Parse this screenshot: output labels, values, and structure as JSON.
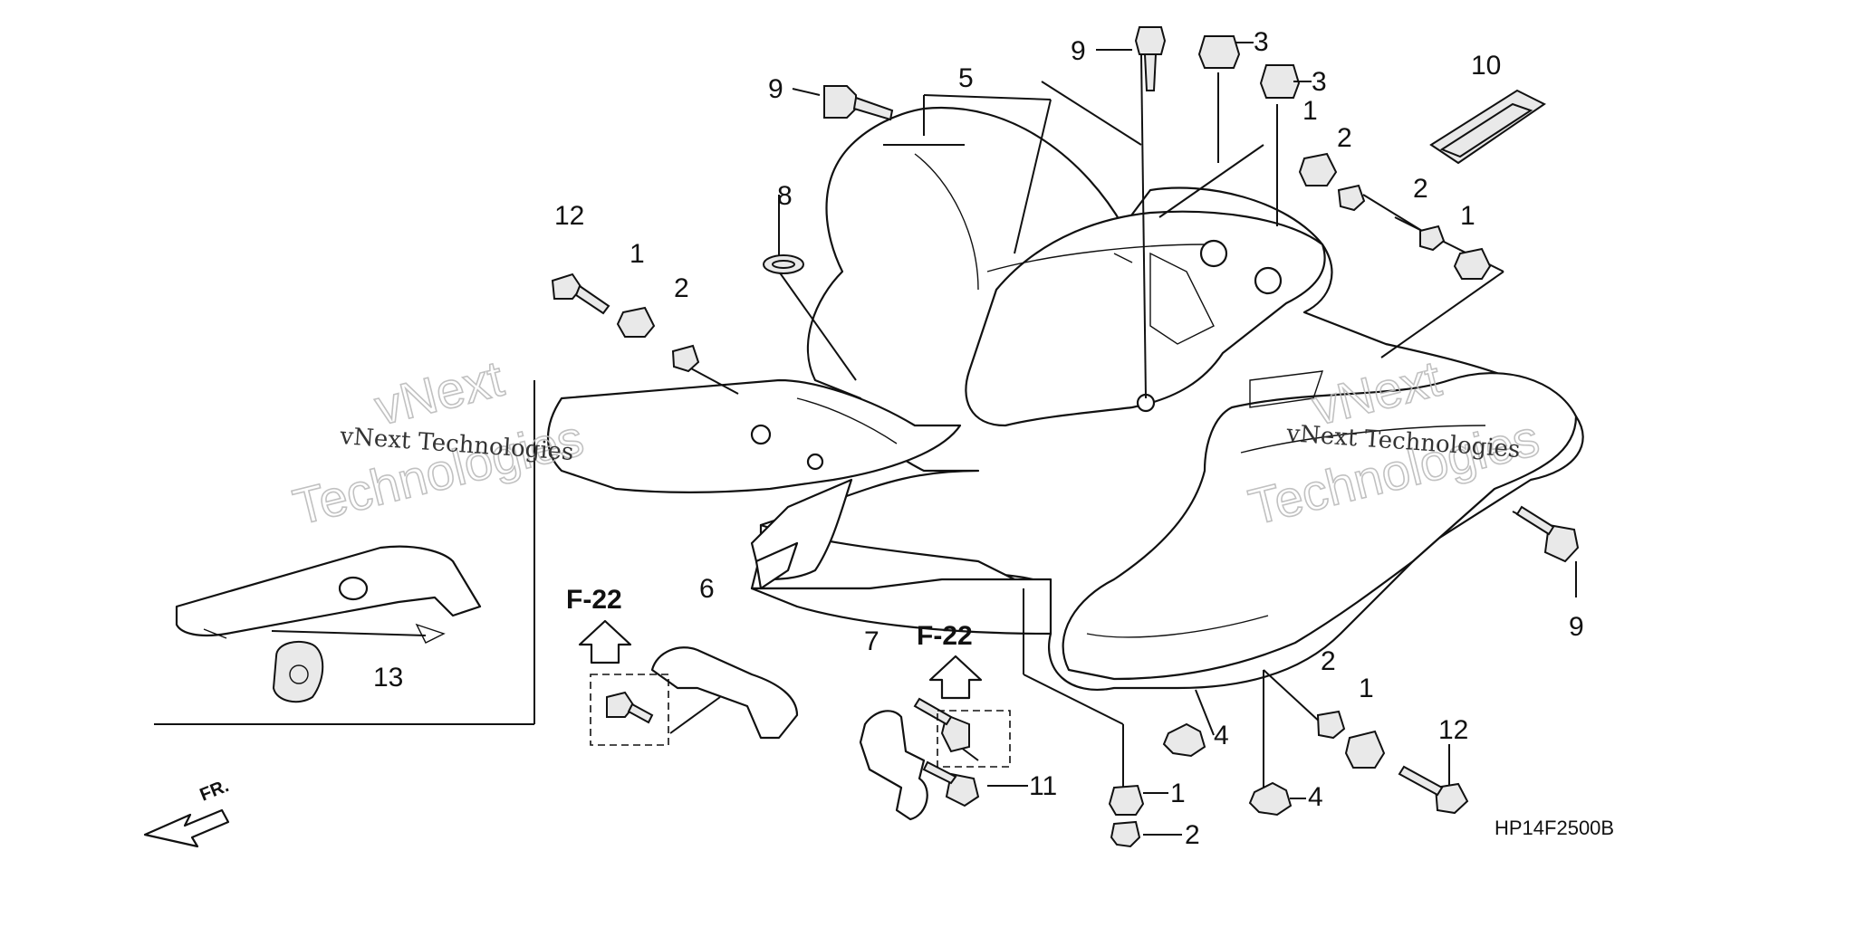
{
  "diagram": {
    "code": "HP14F2500B",
    "direction_label": "FR.",
    "references": [
      "F-22",
      "F-22"
    ],
    "watermark": {
      "small": "vNext Technologies",
      "big_line1": "vNext",
      "big_line2": "Technologies"
    },
    "callouts": [
      {
        "id": "c9a",
        "label": "9"
      },
      {
        "id": "c5",
        "label": "5"
      },
      {
        "id": "c9b",
        "label": "9"
      },
      {
        "id": "c3a",
        "label": "3"
      },
      {
        "id": "c3b",
        "label": "3"
      },
      {
        "id": "c10",
        "label": "10"
      },
      {
        "id": "c8",
        "label": "8"
      },
      {
        "id": "c12a",
        "label": "12"
      },
      {
        "id": "c1a",
        "label": "1"
      },
      {
        "id": "c2a",
        "label": "2"
      },
      {
        "id": "c1b",
        "label": "1"
      },
      {
        "id": "c2b",
        "label": "2"
      },
      {
        "id": "c2c",
        "label": "2"
      },
      {
        "id": "c1c",
        "label": "1"
      },
      {
        "id": "c9c",
        "label": "9"
      },
      {
        "id": "c13",
        "label": "13"
      },
      {
        "id": "c6",
        "label": "6"
      },
      {
        "id": "c7",
        "label": "7"
      },
      {
        "id": "c11",
        "label": "11"
      },
      {
        "id": "c4a",
        "label": "4"
      },
      {
        "id": "c4b",
        "label": "4"
      },
      {
        "id": "c1d",
        "label": "1"
      },
      {
        "id": "c2d",
        "label": "2"
      },
      {
        "id": "c2e",
        "label": "2"
      },
      {
        "id": "c1e",
        "label": "1"
      },
      {
        "id": "c12b",
        "label": "12"
      }
    ]
  }
}
